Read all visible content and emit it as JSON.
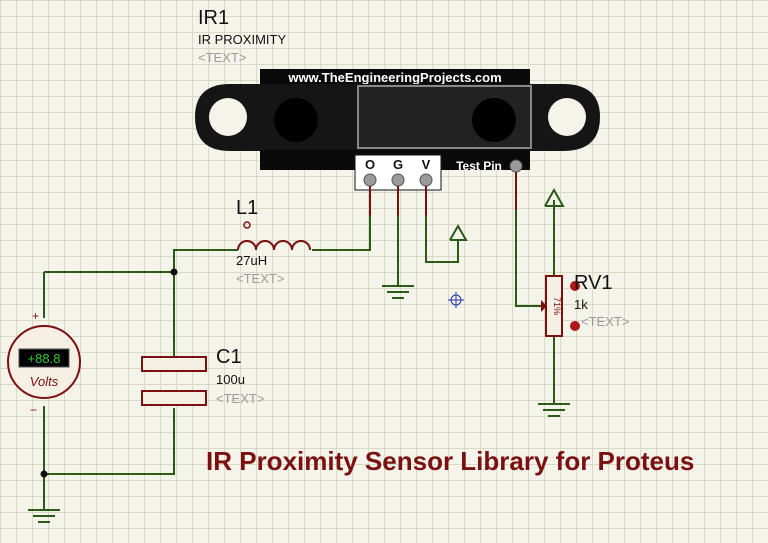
{
  "ir_module": {
    "ref": "IR1",
    "value": "IR PROXIMITY",
    "text": "<TEXT>",
    "url": "www.TheEngineeringProjects.com",
    "pins": [
      "O",
      "G",
      "V"
    ],
    "test_pin": "Test Pin"
  },
  "inductor": {
    "ref": "L1",
    "value": "27uH",
    "text": "<TEXT>"
  },
  "capacitor": {
    "ref": "C1",
    "value": "100u",
    "text": "<TEXT>"
  },
  "potentiometer": {
    "ref": "RV1",
    "value": "1k",
    "text": "<TEXT>",
    "percent": "71%"
  },
  "voltmeter": {
    "reading": "+88.8",
    "unit": "Volts",
    "plus": "+",
    "minus": "−"
  },
  "caption": "IR Proximity Sensor Library for Proteus",
  "colors": {
    "wire": "#2b5a16",
    "pin": "#7a1010",
    "caption": "#7a1010",
    "module": "#111111"
  }
}
